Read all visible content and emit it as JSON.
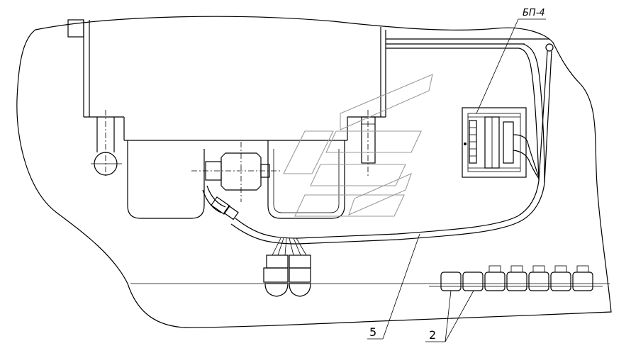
{
  "labels": {
    "block": "БП-4",
    "harness": "5",
    "connectors": "2"
  }
}
